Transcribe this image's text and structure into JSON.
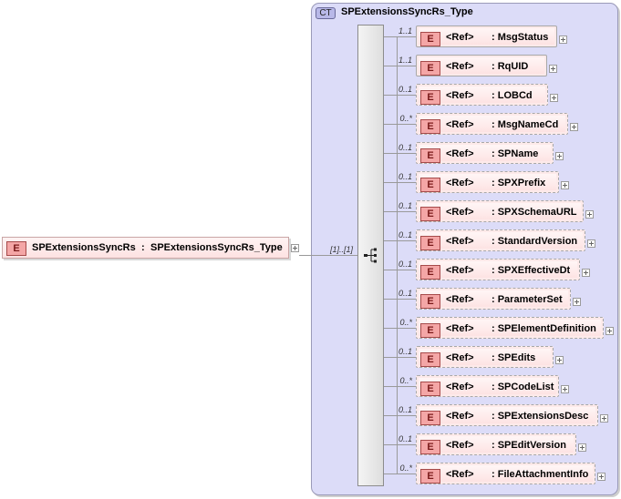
{
  "root_element": {
    "badge": "E",
    "name": "SPExtensionsSyncRs",
    "separator": ":",
    "type": "SPExtensionsSyncRs_Type"
  },
  "complex_type": {
    "badge": "CT",
    "name": "SPExtensionsSyncRs_Type"
  },
  "sequence": {
    "occurrence": "[1]..[1]",
    "compositor_icon": "sequence-compositor-icon"
  },
  "children": [
    {
      "occurrence": "1..1",
      "badge": "E",
      "ref": "<Ref>",
      "name": ": MsgStatus"
    },
    {
      "occurrence": "1..1",
      "badge": "E",
      "ref": "<Ref>",
      "name": ": RqUID"
    },
    {
      "occurrence": "0..1",
      "badge": "E",
      "ref": "<Ref>",
      "name": ": LOBCd"
    },
    {
      "occurrence": "0..*",
      "badge": "E",
      "ref": "<Ref>",
      "name": ": MsgNameCd"
    },
    {
      "occurrence": "0..1",
      "badge": "E",
      "ref": "<Ref>",
      "name": ": SPName"
    },
    {
      "occurrence": "0..1",
      "badge": "E",
      "ref": "<Ref>",
      "name": ": SPXPrefix"
    },
    {
      "occurrence": "0..1",
      "badge": "E",
      "ref": "<Ref>",
      "name": ": SPXSchemaURL"
    },
    {
      "occurrence": "0..1",
      "badge": "E",
      "ref": "<Ref>",
      "name": ": StandardVersion"
    },
    {
      "occurrence": "0..1",
      "badge": "E",
      "ref": "<Ref>",
      "name": ": SPXEffectiveDt"
    },
    {
      "occurrence": "0..1",
      "badge": "E",
      "ref": "<Ref>",
      "name": ": ParameterSet"
    },
    {
      "occurrence": "0..*",
      "badge": "E",
      "ref": "<Ref>",
      "name": ": SPElementDefinition"
    },
    {
      "occurrence": "0..1",
      "badge": "E",
      "ref": "<Ref>",
      "name": ": SPEdits"
    },
    {
      "occurrence": "0..*",
      "badge": "E",
      "ref": "<Ref>",
      "name": ": SPCodeList"
    },
    {
      "occurrence": "0..1",
      "badge": "E",
      "ref": "<Ref>",
      "name": ": SPExtensionsDesc"
    },
    {
      "occurrence": "0..1",
      "badge": "E",
      "ref": "<Ref>",
      "name": ": SPEditVersion"
    },
    {
      "occurrence": "0..*",
      "badge": "E",
      "ref": "<Ref>",
      "name": ": FileAttachmentInfo"
    }
  ]
}
